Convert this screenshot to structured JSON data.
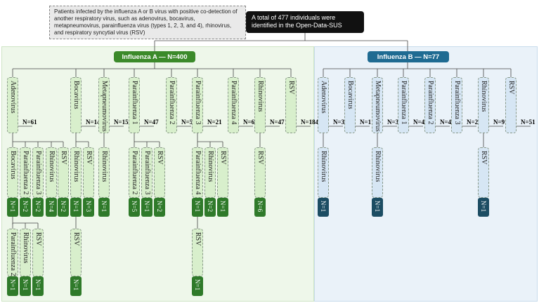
{
  "header": {
    "note": "Patients infected by the influenza A or B virus with positive co-detection of another respiratory virus, such as adenovirus, bocavirus, metapneumovirus, parainfluenza virus (types 1, 2, 3, and 4), rhinovirus, and respiratory syncytial virus (RSV)",
    "total": "A total of 477 individuals were identified in the Open-Data-SUS"
  },
  "influenza_a": {
    "label": "Influenza A — N=400",
    "viruses": [
      {
        "name": "Adenovirus",
        "n": "N=61"
      },
      {
        "name": "Bocavirus",
        "n": "N=14"
      },
      {
        "name": "Metapneumovirus",
        "n": "N=15"
      },
      {
        "name": "Parainfluenza 1",
        "n": "N=47"
      },
      {
        "name": "Parainfluenza 2",
        "n": "N=5"
      },
      {
        "name": "Parainfluenza 3",
        "n": "N=21"
      },
      {
        "name": "Parainfluenza 4",
        "n": "N=6"
      },
      {
        "name": "Rhinovirus",
        "n": "N=47"
      },
      {
        "name": "RSV",
        "n": "N=184"
      }
    ],
    "level2": [
      {
        "name": "Bocavirus",
        "n": "N=1"
      },
      {
        "name": "Parainfluenza 2",
        "n": "N=2"
      },
      {
        "name": "Parainfluenza 3",
        "n": "N=2"
      },
      {
        "name": "Rhinovirus",
        "n": "N=4"
      },
      {
        "name": "RSV",
        "n": "N=2"
      },
      {
        "name": "Rhinovirus",
        "n": "N=1"
      },
      {
        "name": "RSV",
        "n": "N=3"
      },
      {
        "name": "Rhinovirus",
        "n": "N=1"
      },
      {
        "name": "Parainfluenza 2",
        "n": "N=5"
      },
      {
        "name": "Parainfluenza 3",
        "n": "N=1"
      },
      {
        "name": "RSV",
        "n": "N=2"
      },
      {
        "name": "Parainfluenza 4",
        "n": "N=1"
      },
      {
        "name": "Rhinovirus",
        "n": "N=2"
      },
      {
        "name": "RSV",
        "n": "N=1"
      },
      {
        "name": "RSV",
        "n": "N=6"
      }
    ],
    "level3": [
      {
        "name": "Parainfluenza 2",
        "n": "N=1"
      },
      {
        "name": "Rhinovirus",
        "n": "N=1"
      },
      {
        "name": "RSV",
        "n": "N=1"
      },
      {
        "name": "RSV",
        "n": "N=1"
      },
      {
        "name": "RSV",
        "n": "N=1"
      }
    ]
  },
  "influenza_b": {
    "label": "Influenza B — N=77",
    "viruses": [
      {
        "name": "Adenovirus",
        "n": "N=3"
      },
      {
        "name": "Bocavirus",
        "n": "N=1"
      },
      {
        "name": "Metapneumovirus",
        "n": "N=3"
      },
      {
        "name": "Parainfluenza 1",
        "n": "N=4"
      },
      {
        "name": "Parainfluenza 2",
        "n": "N=4"
      },
      {
        "name": "Parainfluenza 3",
        "n": "N=2"
      },
      {
        "name": "Rhinovirus",
        "n": "N=9"
      },
      {
        "name": "RSV",
        "n": "N=51"
      }
    ],
    "level2": [
      {
        "name": "Rhinovirus",
        "n": "N=1"
      },
      {
        "name": "Rhinovirus",
        "n": "N=1"
      },
      {
        "name": "RSV",
        "n": "N=1"
      }
    ]
  },
  "colors": {
    "panel_a": "#eef7ea",
    "panel_b": "#eaf2f9",
    "node_a": "#d8efcc",
    "node_b": "#d6e6f4",
    "count_a": "#2f7a2a",
    "count_b": "#1c4d63",
    "header_a": "#3b8a2a",
    "header_b": "#1f6b92"
  }
}
